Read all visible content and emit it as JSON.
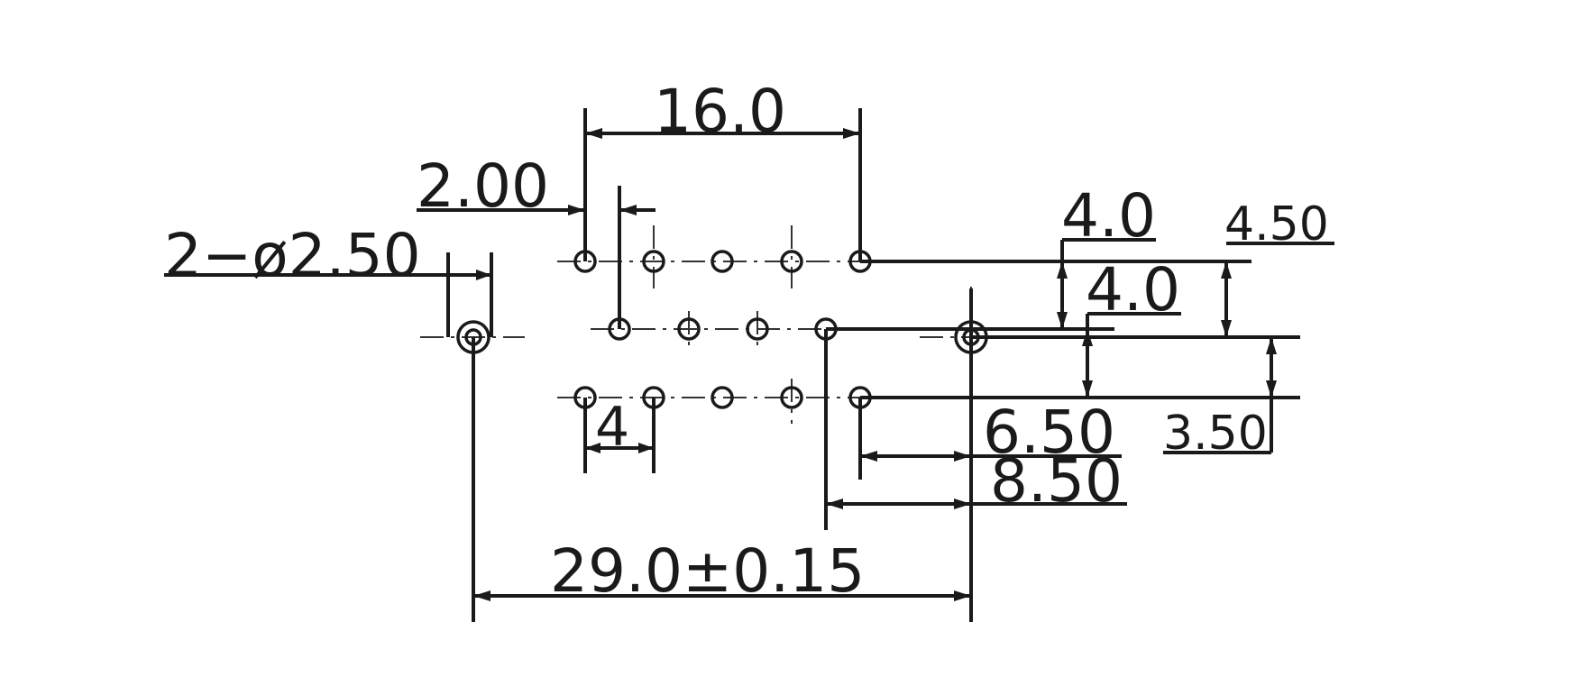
{
  "dimensions": {
    "pitch_16": "16.0",
    "offset_2": "2.00",
    "mount_hole": "2−ø2.50",
    "row_4_top": "4.0",
    "row_4_mid": "4.0",
    "v_4_50": "4.50",
    "pitch_4": "4",
    "h_6_50": "6.50",
    "h_8_50": "8.50",
    "v_3_50": "3.50",
    "mount_span": "29.0±0.15"
  }
}
